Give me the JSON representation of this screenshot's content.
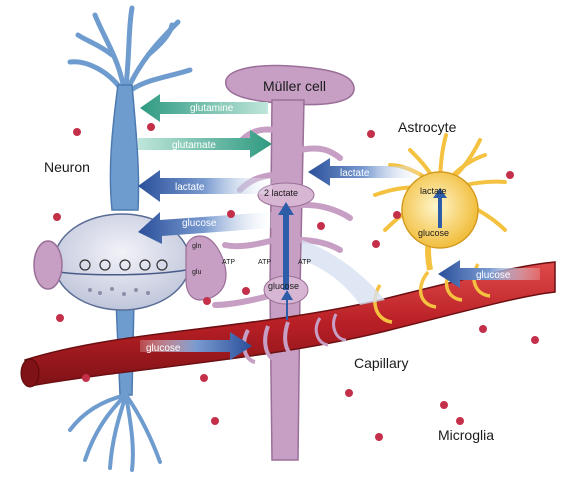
{
  "labels": {
    "muller_cell": "Müller cell",
    "neuron": "Neuron",
    "astrocyte": "Astrocyte",
    "capillary": "Capillary",
    "microglia": "Microglia"
  },
  "arrows": {
    "glutamine": "glutamine",
    "glutamate": "glutamate",
    "lactate_muller": "lactate",
    "lactate_astro": "lactate",
    "glucose_muller": "glucose",
    "glucose_capillary_left": "glucose",
    "glucose_capillary_right": "glucose"
  },
  "inner": {
    "two_lactate": "2 lactate",
    "glucose_muller": "glucose",
    "atp_1": "ATP",
    "atp_2": "ATP",
    "atp_3": "ATP",
    "gln": "gln",
    "glu": "glu",
    "astro_lactate": "lactate",
    "astro_glucose": "glucose"
  },
  "colors": {
    "neuron": "#6f9ccf",
    "muller": "#c79fc4",
    "astrocyte": "#f4c240",
    "capillary": "#c8262b",
    "microglia": "#c4304a",
    "glutamine_arrow": "#3fa890",
    "glucose_arrow": "#2d5da8"
  }
}
